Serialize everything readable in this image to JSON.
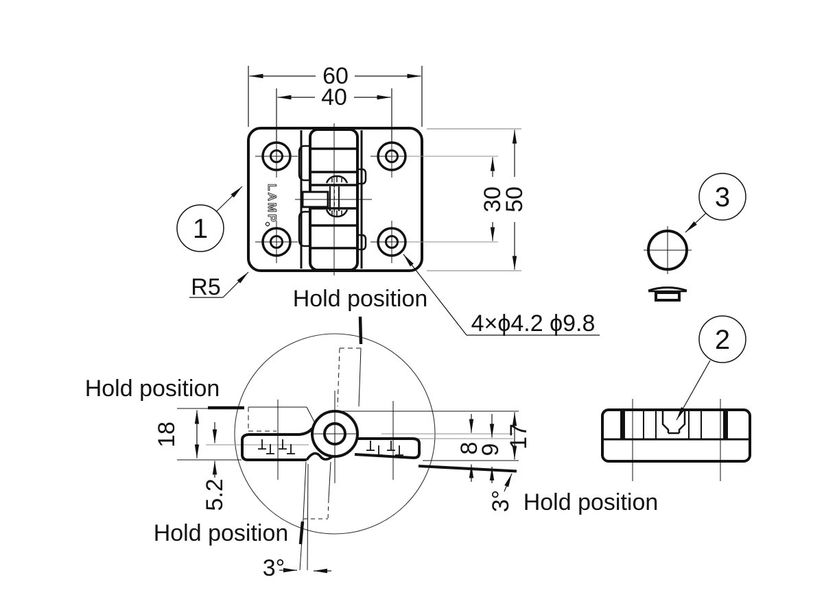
{
  "drawing": {
    "type": "technical-drawing-hinge",
    "brand": "LAMP",
    "labels": {
      "hold_top": "Hold position",
      "hold_left": "Hold position",
      "hold_bottom": "Hold position",
      "hold_right": "Hold position"
    },
    "callouts": {
      "c1": "1",
      "c2": "2",
      "c3": "3"
    },
    "dims": {
      "w60": "60",
      "w40": "40",
      "h30": "30",
      "h50": "50",
      "r5": "R5",
      "holes": "4×ϕ4.2 ϕ9.8",
      "d18": "18",
      "d52": "5.2",
      "d8": "8",
      "d9": "9",
      "d17": "17",
      "a3_bottom": "3°",
      "a3_right": "3°"
    },
    "colors": {
      "line": "#111111",
      "gray": "#8c8c8c",
      "background": "#ffffff"
    }
  }
}
